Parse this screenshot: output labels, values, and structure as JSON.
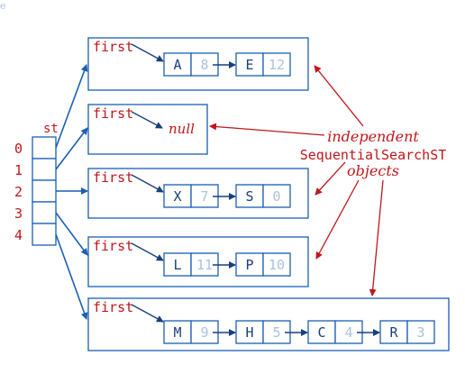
{
  "corner_fragment": "e",
  "colors": {
    "blue": "#1a5fb4",
    "red": "#c0171b",
    "light_blue": "#a9c3e0",
    "dark": "#1a3f7a"
  },
  "table": {
    "name": "st",
    "indices": [
      "0",
      "1",
      "2",
      "3",
      "4"
    ]
  },
  "chains": [
    {
      "first_label": "first",
      "null_label": "",
      "nodes": [
        {
          "key": "A",
          "val": "8"
        },
        {
          "key": "E",
          "val": "12"
        }
      ]
    },
    {
      "first_label": "first",
      "null_label": "null",
      "nodes": []
    },
    {
      "first_label": "first",
      "null_label": "",
      "nodes": [
        {
          "key": "X",
          "val": "7"
        },
        {
          "key": "S",
          "val": "0"
        }
      ]
    },
    {
      "first_label": "first",
      "null_label": "",
      "nodes": [
        {
          "key": "L",
          "val": "11"
        },
        {
          "key": "P",
          "val": "10"
        }
      ]
    },
    {
      "first_label": "first",
      "null_label": "",
      "nodes": [
        {
          "key": "M",
          "val": "9"
        },
        {
          "key": "H",
          "val": "5"
        },
        {
          "key": "C",
          "val": "4"
        },
        {
          "key": "R",
          "val": "3"
        }
      ]
    }
  ],
  "annotation": {
    "line1": "independent",
    "line2": "SequentialSearchST",
    "line3": "objects"
  }
}
